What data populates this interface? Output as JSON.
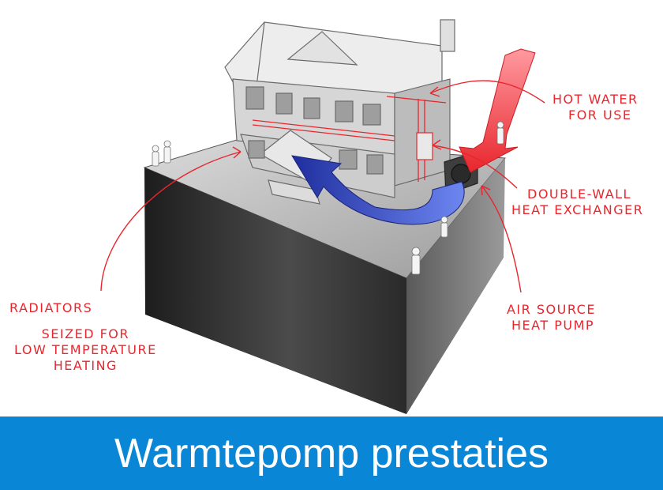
{
  "labels": {
    "hot_water": [
      "HOT WATER",
      "FOR USE"
    ],
    "exchanger": [
      "DOUBLE-WALL",
      "HEAT EXCHANGER"
    ],
    "radiators": "RADIATORS",
    "radiators_note": [
      "SEIZED FOR",
      "LOW TEMPERATURE",
      "HEATING"
    ],
    "heat_pump": [
      "AIR SOURCE",
      "HEAT PUMP"
    ]
  },
  "banner": {
    "title": "Warmtepomp prestaties"
  },
  "colors": {
    "annotation": "#e8262d",
    "banner": "#0a86d6",
    "banner_text": "#ffffff",
    "cold_arrow": "#2c3fb5",
    "hot_arrow": "#f04050"
  }
}
